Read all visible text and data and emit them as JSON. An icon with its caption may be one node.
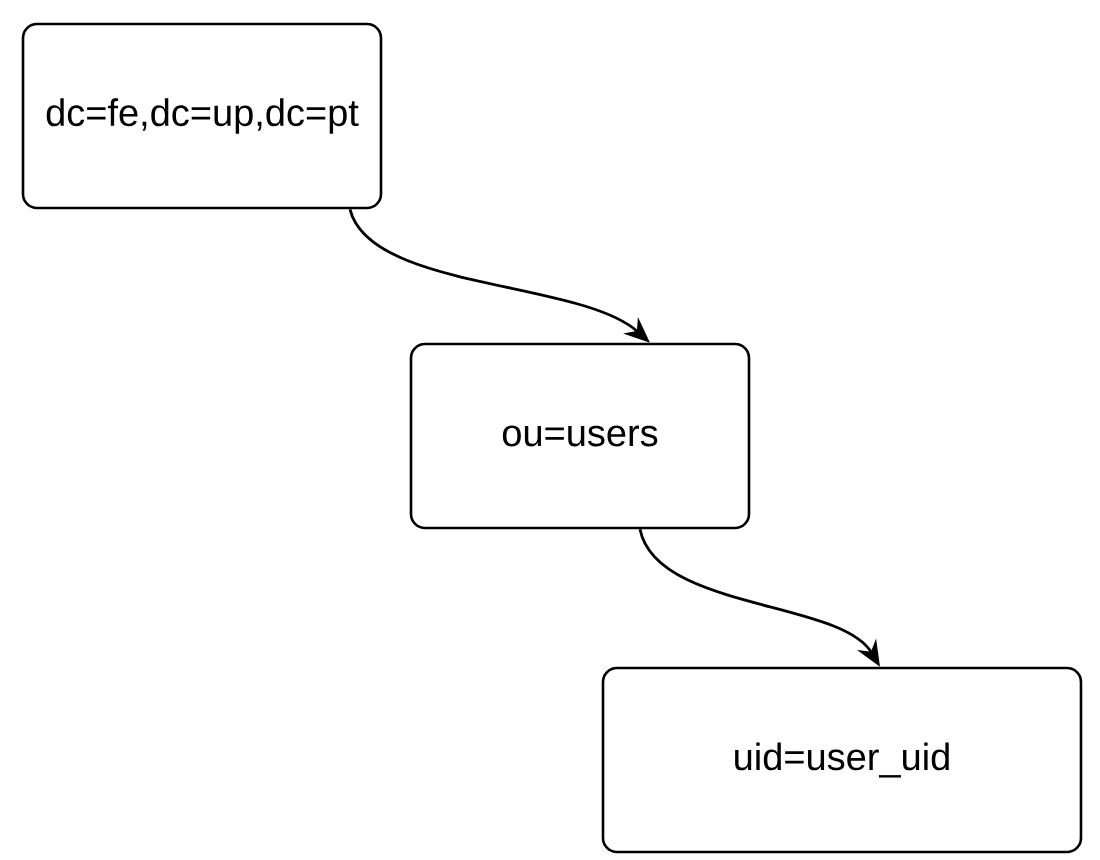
{
  "diagram": {
    "nodes": [
      {
        "text": [
          "dc=fe,dc=up,dc=pt"
        ]
      },
      {
        "text": [
          "ou=users"
        ]
      },
      {
        "text": [
          "uid=user_uid"
        ]
      }
    ],
    "edges": [
      {
        "from": 0,
        "to": 1,
        "arrow": "to"
      },
      {
        "from": 1,
        "to": 2,
        "arrow": "to"
      }
    ]
  }
}
